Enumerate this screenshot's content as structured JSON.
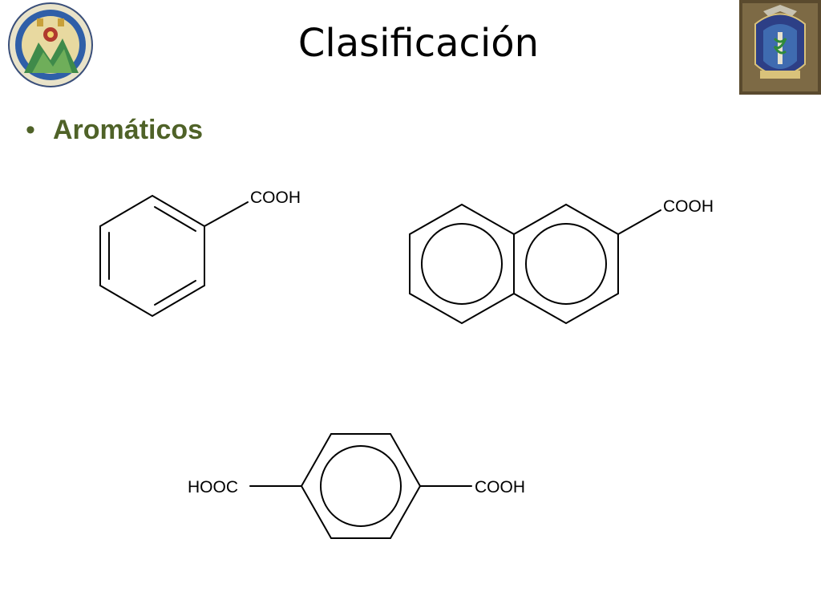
{
  "slide": {
    "title": "Clasificación",
    "bullet": "Aromáticos",
    "bullet_color": "#4f6228"
  },
  "logos": {
    "left": {
      "icon": "university-seal-icon"
    },
    "right": {
      "icon": "faculty-crest-icon"
    }
  },
  "structures": {
    "benzoic_acid": {
      "label": "COOH"
    },
    "naphthoic_acid": {
      "label": "COOH"
    },
    "terephthalic_acid": {
      "label_left": "HOOC",
      "label_right": "COOH"
    }
  }
}
